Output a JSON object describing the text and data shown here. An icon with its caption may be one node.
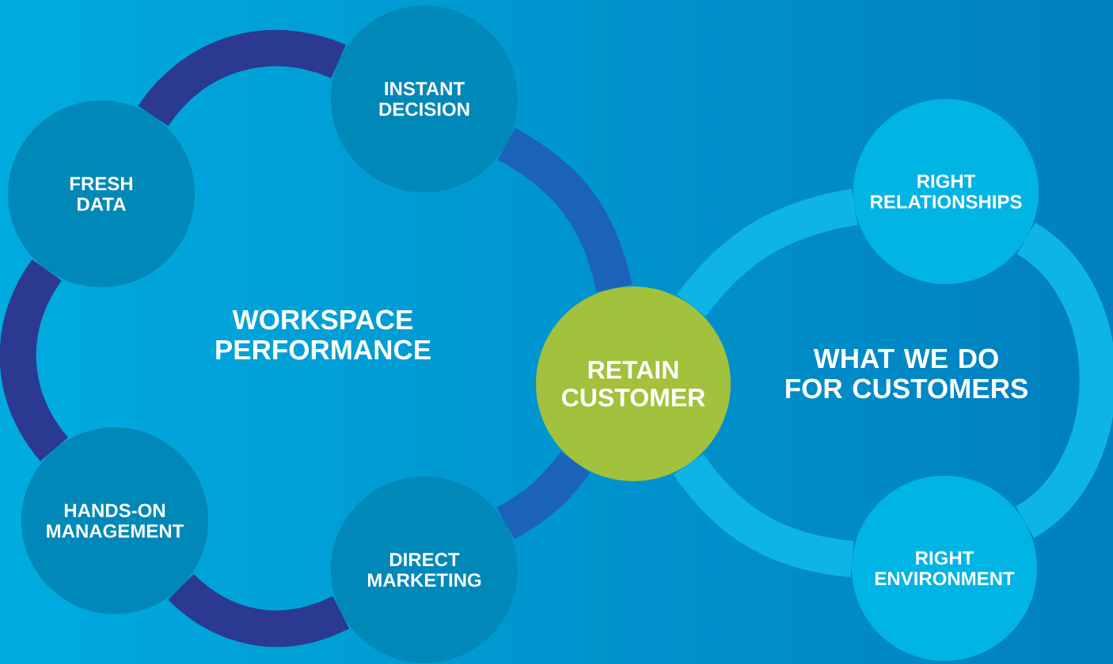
{
  "diagram": {
    "nodes": [
      {
        "text": [
          "INSTANT DECISION"
        ]
      },
      {
        "text": [
          "FRESH DATA"
        ]
      },
      {
        "text": [
          "HANDS-ON MANAGEMENT"
        ]
      },
      {
        "text": [
          "DIRECT MARKETING"
        ]
      },
      {
        "text": [
          "RETAIN CUSTOMER"
        ]
      },
      {
        "text": [
          "RIGHT RELATIONSHIPS"
        ]
      },
      {
        "text": [
          "RIGHT ENVIRONMENT"
        ]
      }
    ],
    "edges": [
      {
        "from": 1,
        "to": 0,
        "arrow": "none"
      },
      {
        "from": 0,
        "to": 4,
        "arrow": "none",
        "color": "#1b63b8"
      },
      {
        "from": 1,
        "to": 2,
        "arrow": "none"
      },
      {
        "from": 2,
        "to": 3,
        "arrow": "none"
      },
      {
        "from": 3,
        "to": 4,
        "arrow": "none",
        "color": "#1b63b8"
      },
      {
        "from": 4,
        "to": 5,
        "arrow": "none",
        "color": "#0fb4e6"
      },
      {
        "from": 5,
        "to": 6,
        "arrow": "none",
        "color": "#0fb4e6"
      },
      {
        "from": 6,
        "to": 4,
        "arrow": "none",
        "color": "#0fb4e6"
      }
    ],
    "labels": [
      "WORKSPACE PERFORMANCE",
      "WHAT WE DO FOR CUSTOMERS"
    ]
  }
}
